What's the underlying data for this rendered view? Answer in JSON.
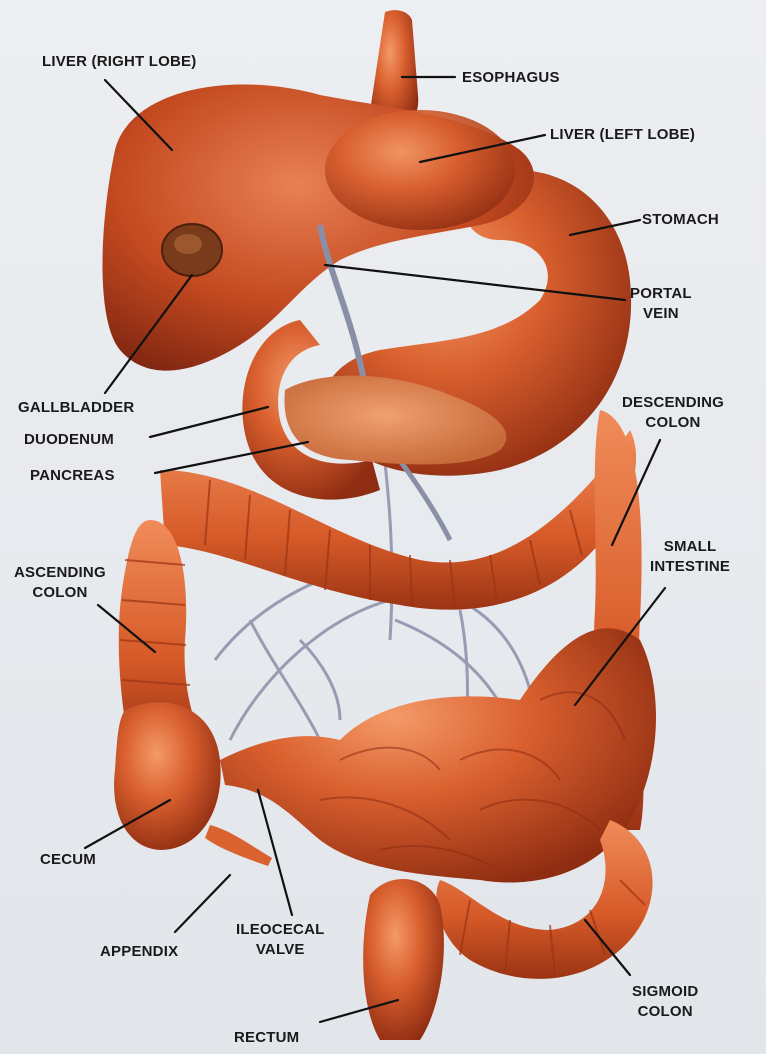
{
  "labels": {
    "liver_right": "LIVER (RIGHT LOBE)",
    "esophagus": "ESOPHAGUS",
    "liver_left": "LIVER (LEFT LOBE)",
    "stomach": "STOMACH",
    "portal_vein": "PORTAL\nVEIN",
    "gallbladder": "GALLBLADDER",
    "duodenum": "DUODENUM",
    "pancreas": "PANCREAS",
    "descending_colon": "DESCENDING\nCOLON",
    "small_intestine": "SMALL\nINTESTINE",
    "ascending_colon": "ASCENDING\nCOLON",
    "cecum": "CECUM",
    "appendix": "APPENDIX",
    "ileocecal_valve": "ILEOCECAL\nVALVE",
    "sigmoid_colon": "SIGMOID\nCOLON",
    "rectum": "RECTUM"
  },
  "colors": {
    "organ_base": "#d4582a",
    "organ_highlight": "#f08a5a",
    "organ_shadow": "#8e2c12",
    "vessel": "#8a8fa8",
    "leader_line": "#111111",
    "background": "#e9ecef"
  }
}
